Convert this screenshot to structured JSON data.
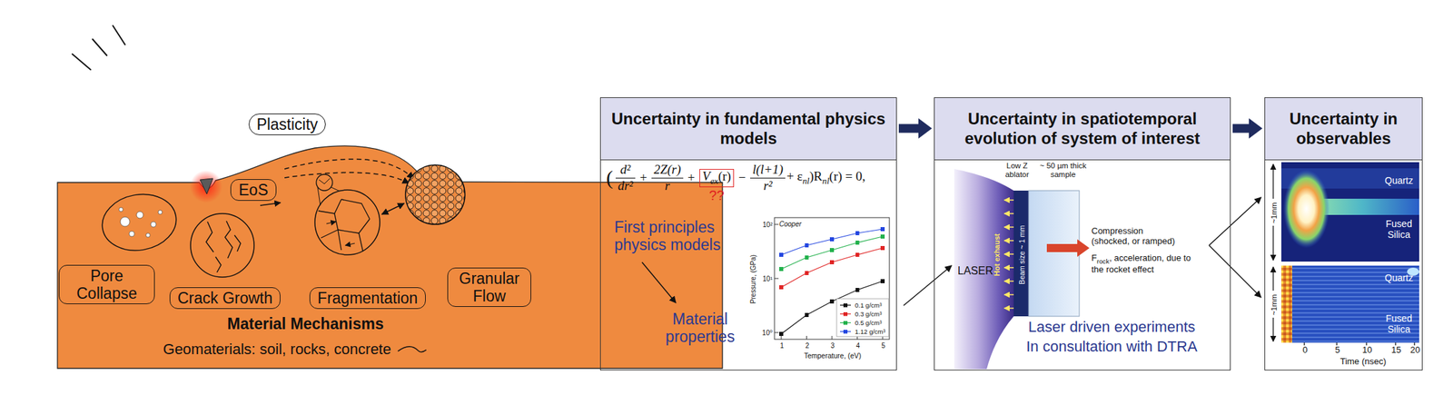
{
  "diagram": {
    "nodes": [
      {
        "text": [
          "Plasticity"
        ]
      },
      {
        "text": [
          "Material Mechanisms",
          "Geomaterials: soil, rocks, concrete"
        ]
      },
      {
        "text": [
          "EoS"
        ],
        "in": 1
      },
      {
        "text": [
          "Pore Collapse"
        ],
        "in": 1
      },
      {
        "text": [
          "Crack Growth"
        ],
        "in": 1
      },
      {
        "text": [
          "Fragmentation"
        ],
        "in": 1
      },
      {
        "text": [
          "Granular Flow"
        ],
        "in": 1
      },
      {
        "text": [
          "Uncertainty in fundamental physics models"
        ]
      },
      {
        "text": [
          "Uncertainty in spatiotemporal evolution of system of interest"
        ]
      },
      {
        "text": [
          "Uncertainty in observables"
        ]
      }
    ],
    "edges": [
      {
        "from": 7,
        "to": 8,
        "arrow": "to"
      },
      {
        "from": 8,
        "to": 9,
        "arrow": "to"
      }
    ],
    "labels": [
      "(",
      "d²",
      "dr²",
      "+",
      "2Z(r)",
      "r",
      "+",
      "V",
      "ex",
      "(r)",
      "−",
      "l(l+1)",
      "r²",
      "+ ε",
      "nl",
      ")R",
      "nl",
      "(r) = 0,",
      "??",
      "First principles physics models",
      "Material properties",
      "Cooper",
      "Pressure, (GPa)",
      "10⁰",
      "10¹",
      "10²",
      "1",
      "2",
      "3",
      "4",
      "5",
      "Temperature, (eV)",
      "LASER",
      "Low Z ablator",
      "~ 50 µm thick sample",
      "Hot exhaust",
      "Beam size ~ 1 mm",
      "Compression (shocked, or ramped)",
      "F",
      "rock",
      ", acceleration, due to the rocket effect",
      "Laser driven experiments",
      "In consultation with DTRA",
      "~1mm",
      "~1mm",
      "Quartz",
      "Fused Silica",
      "Quartz",
      "Fused Silica",
      "0",
      "5",
      "10",
      "15",
      "20",
      "Time (nsec)"
    ],
    "legend": [
      {
        "text": "0.1 g/cm³"
      },
      {
        "text": "0.3 g/cm³"
      },
      {
        "text": "0.5 g/cm³"
      },
      {
        "text": "1.12 g/cm³"
      }
    ]
  }
}
